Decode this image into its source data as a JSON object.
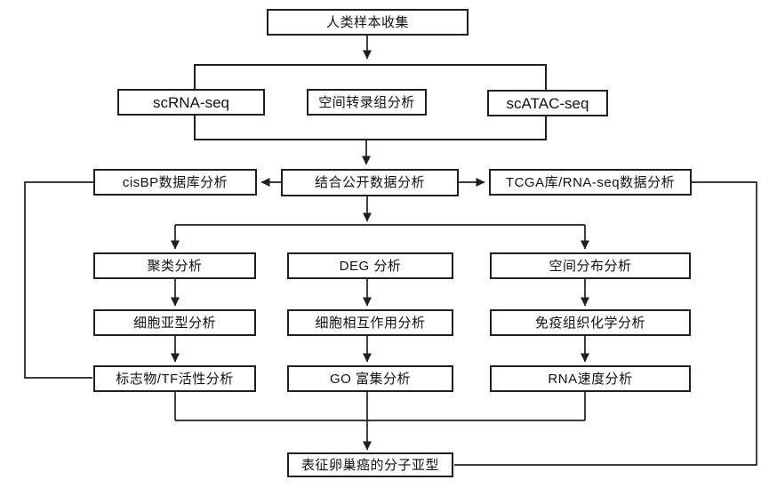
{
  "colors": {
    "line": "#1f1f1f",
    "box_border": "#1f1f1f",
    "box_bg": "#ffffff",
    "text": "#111111",
    "page_bg": "#ffffff"
  },
  "nodes": {
    "sample_collection": {
      "label": "人类样本收集"
    },
    "scrna_seq": {
      "label": "scRNA-seq"
    },
    "spatial_transcriptome": {
      "label": "空间转录组分析"
    },
    "scatac_seq": {
      "label": "scATAC-seq"
    },
    "cisbp_db": {
      "label": "cisBP数据库分析"
    },
    "public_data": {
      "label": "结合公开数据分析"
    },
    "tcga_rnaseq": {
      "label": "TCGA库/RNA-seq数据分析"
    },
    "clustering": {
      "label": "聚类分析"
    },
    "deg": {
      "label": "DEG 分析"
    },
    "spatial_distribution": {
      "label": "空间分布分析"
    },
    "cell_subtype": {
      "label": "细胞亚型分析"
    },
    "cell_interaction": {
      "label": "细胞相互作用分析"
    },
    "immunohistochemistry": {
      "label": "免疫组织化学分析"
    },
    "marker_tf_activity": {
      "label": "标志物/TF活性分析"
    },
    "go_enrichment": {
      "label": "GO 富集分析"
    },
    "rna_velocity": {
      "label": "RNA速度分析"
    },
    "molecular_subtype": {
      "label": "表征卵巢癌的分子亚型"
    }
  }
}
